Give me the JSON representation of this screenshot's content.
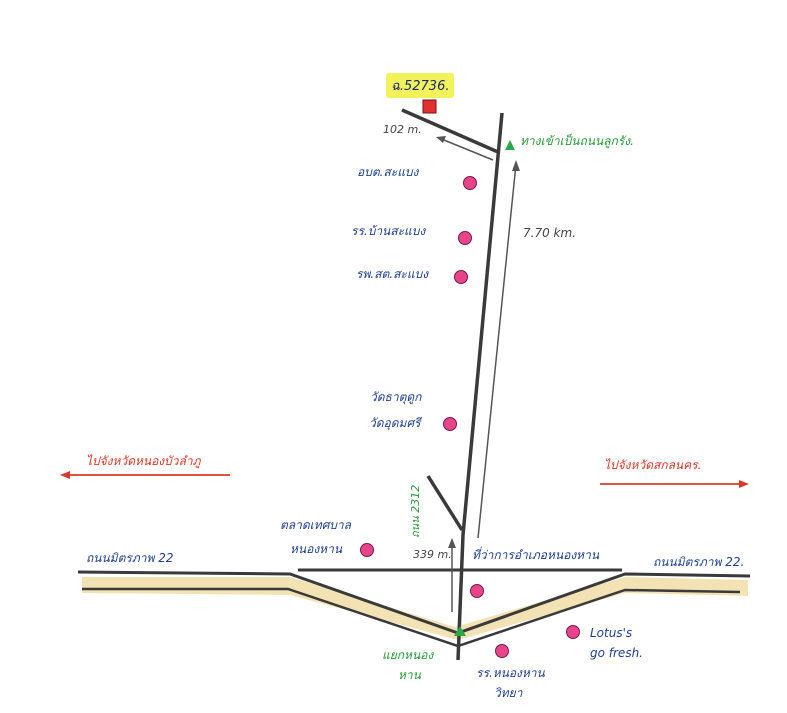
{
  "parcel_label": "ฉ.52736.",
  "distances": {
    "near_parcel": "102 m.",
    "main_road": "7.70 km.",
    "junction_offset": "339 m."
  },
  "labels": {
    "laterite_road": "ทางเข้าเป็นถนนลูกรัง.",
    "sub_district_office": "อบต.สะแบง",
    "ban_saebaeng_school": "รร.บ้านสะแบง",
    "health_center": "รพ.สต.สะแบง",
    "temple_line1": "วัดธาตุดูก",
    "temple_line2": "วัดอุดมศรี",
    "to_left_province": "ไปจังหวัดหนองบัวลำภู",
    "to_right_province": "ไปจังหวัดสกลนคร.",
    "road_number": "ถนน 2312",
    "market_line1": "ตลาดเทศบาล",
    "market_line2": "หนองหาน",
    "district_office": "ที่ว่าการอำเภอหนองหาน",
    "highway_left": "ถนนมิตรภาพ 22",
    "highway_right": "ถนนมิตรภาพ 22.",
    "junction_line1": "แยกหนอง",
    "junction_line2": "หาน",
    "lotus_line1": "Lotus's",
    "lotus_line2": "go fresh.",
    "nonghan_school_line1": "รร.หนองหาน",
    "nonghan_school_line2": "วิทยา"
  },
  "colors": {
    "road": "#3a3a3a",
    "highway_fill": "#f3e2b3",
    "poi": "#e8448a",
    "parcel_marker": "#e03030",
    "arrow_green": "#2aa84a",
    "direction_red": "#d83a2a",
    "label_blue": "#1f3f8f"
  }
}
